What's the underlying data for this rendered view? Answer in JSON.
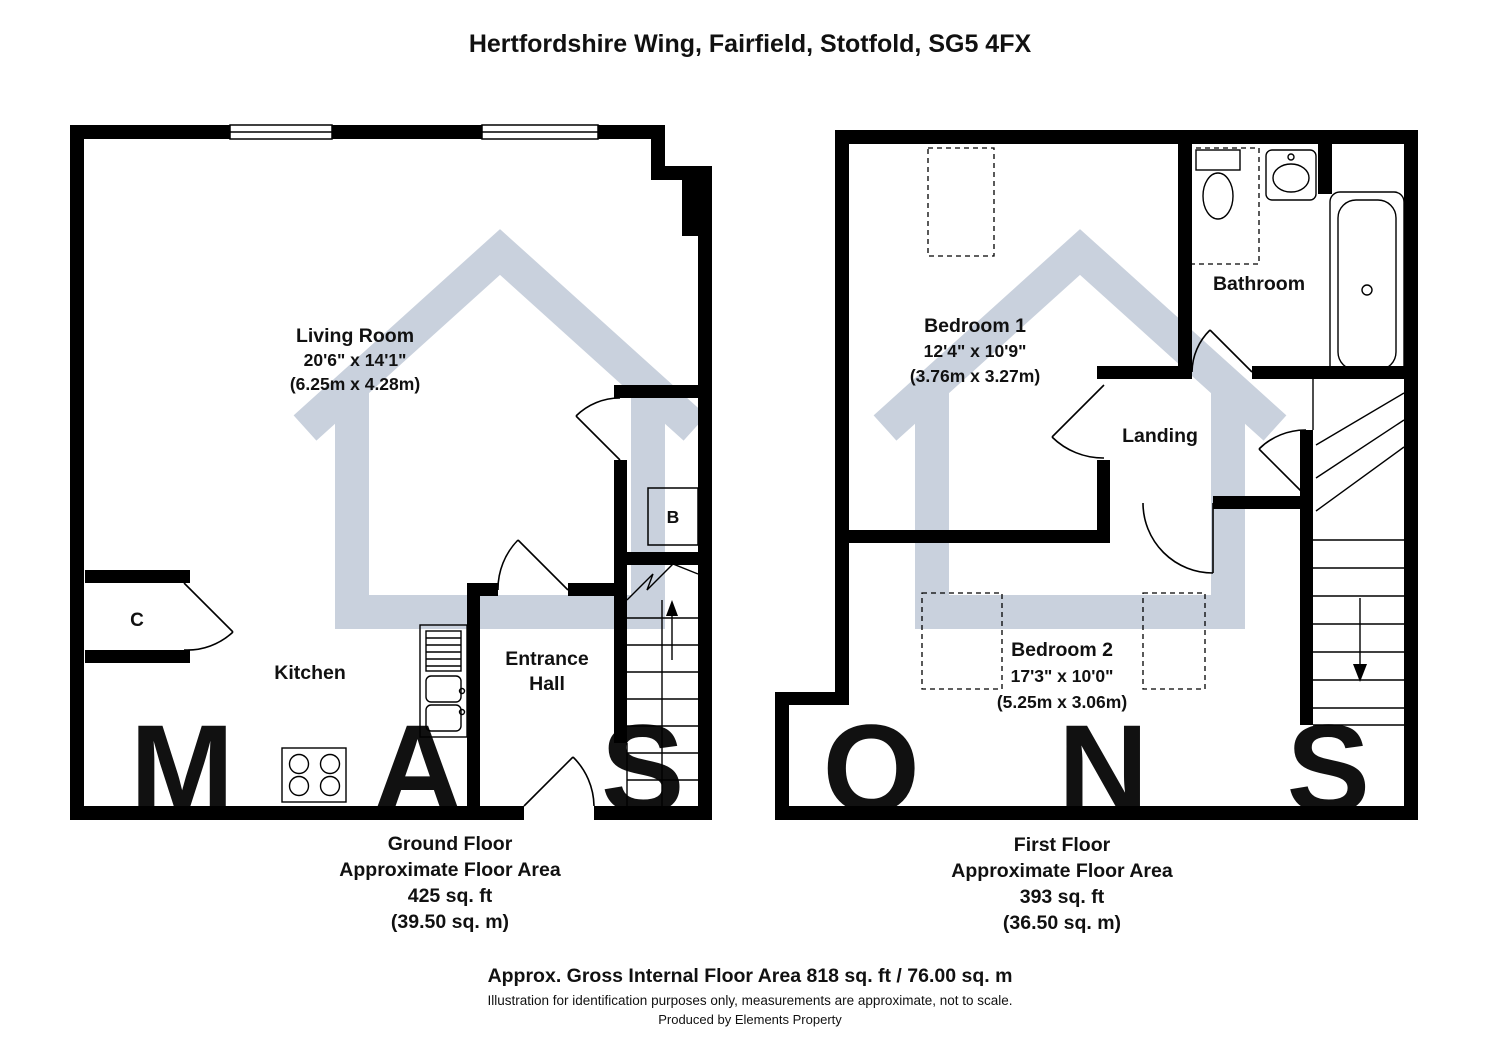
{
  "title": "Hertfordshire Wing, Fairfield, Stotfold, SG5 4FX",
  "ground_floor": {
    "living_room": {
      "name": "Living Room",
      "imperial": "20'6\" x 14'1\"",
      "metric": "(6.25m x 4.28m)"
    },
    "kitchen": {
      "name": "Kitchen"
    },
    "entrance_hall": {
      "line1": "Entrance",
      "line2": "Hall"
    },
    "cupboard_label": "C",
    "boiler_label": "B",
    "caption": {
      "floor": "Ground Floor",
      "area_label": "Approximate Floor Area",
      "area_ft": "425 sq. ft",
      "area_m": "(39.50 sq. m)"
    }
  },
  "first_floor": {
    "bedroom1": {
      "name": "Bedroom 1",
      "imperial": "12'4\" x 10'9\"",
      "metric": "(3.76m x 3.27m)"
    },
    "bedroom2": {
      "name": "Bedroom 2",
      "imperial": "17'3\" x 10'0\"",
      "metric": "(5.25m x 3.06m)"
    },
    "bathroom": {
      "name": "Bathroom"
    },
    "landing": {
      "name": "Landing"
    },
    "caption": {
      "floor": "First Floor",
      "area_label": "Approximate Floor Area",
      "area_ft": "393 sq. ft",
      "area_m": "(36.50 sq. m)"
    }
  },
  "footer": {
    "gross_area": "Approx. Gross Internal Floor Area 818 sq. ft / 76.00 sq. m",
    "disclaimer": "Illustration for identification purposes only, measurements are approximate, not to scale.",
    "producer": "Produced by Elements Property"
  },
  "watermark": {
    "text": "MASONS",
    "text_color": "#d6d6d6",
    "house_color": "#c9d1dd"
  },
  "colors": {
    "wall": "#000000",
    "background": "#ffffff"
  }
}
